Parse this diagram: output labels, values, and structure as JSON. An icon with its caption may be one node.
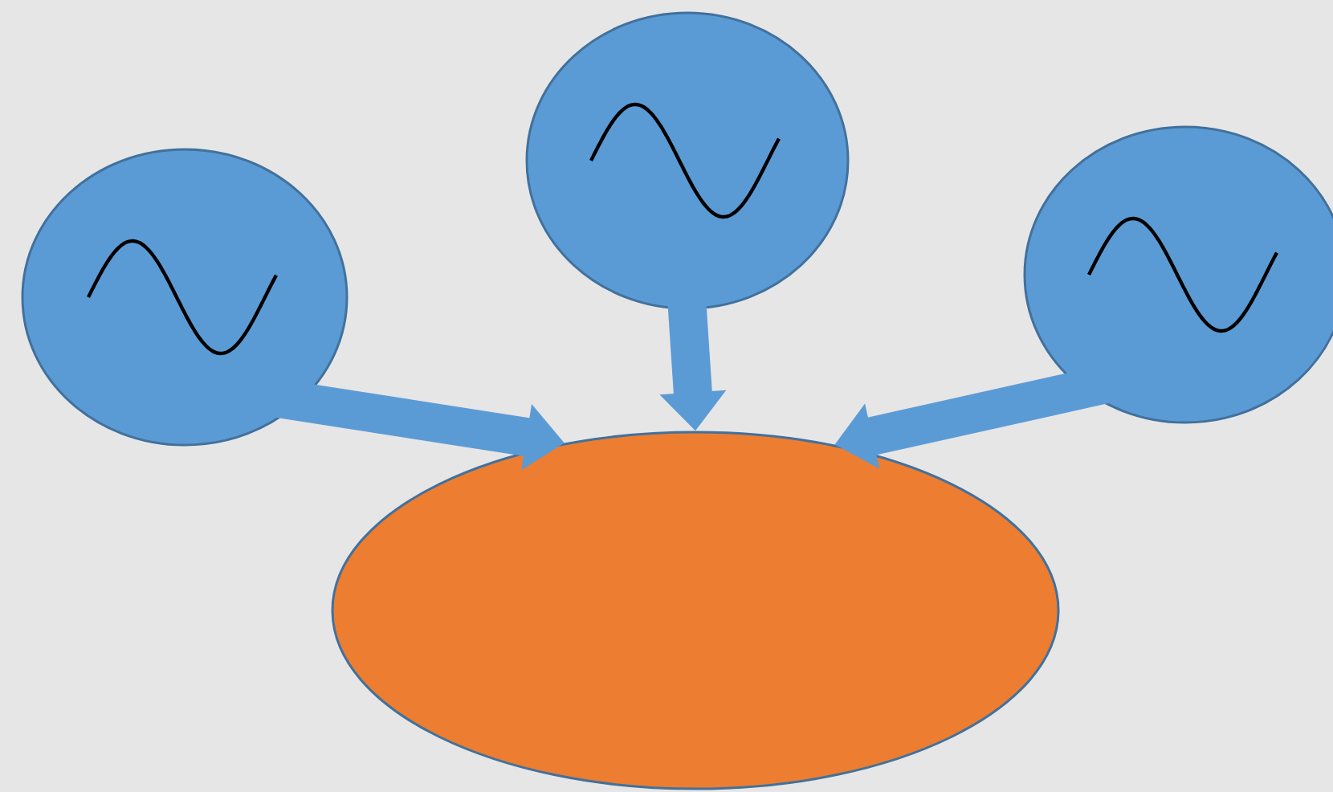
{
  "diagram": {
    "nodes": [
      {
        "text": [],
        "shape": "circle"
      },
      {
        "text": [],
        "shape": "circle"
      },
      {
        "text": [],
        "shape": "circle"
      },
      {
        "text": [],
        "shape": "ellipse"
      }
    ],
    "edges": [
      {
        "from": 0,
        "to": 3,
        "arrow": "to"
      },
      {
        "from": 1,
        "to": 3,
        "arrow": "to"
      },
      {
        "from": 2,
        "to": 3,
        "arrow": "to"
      }
    ]
  }
}
